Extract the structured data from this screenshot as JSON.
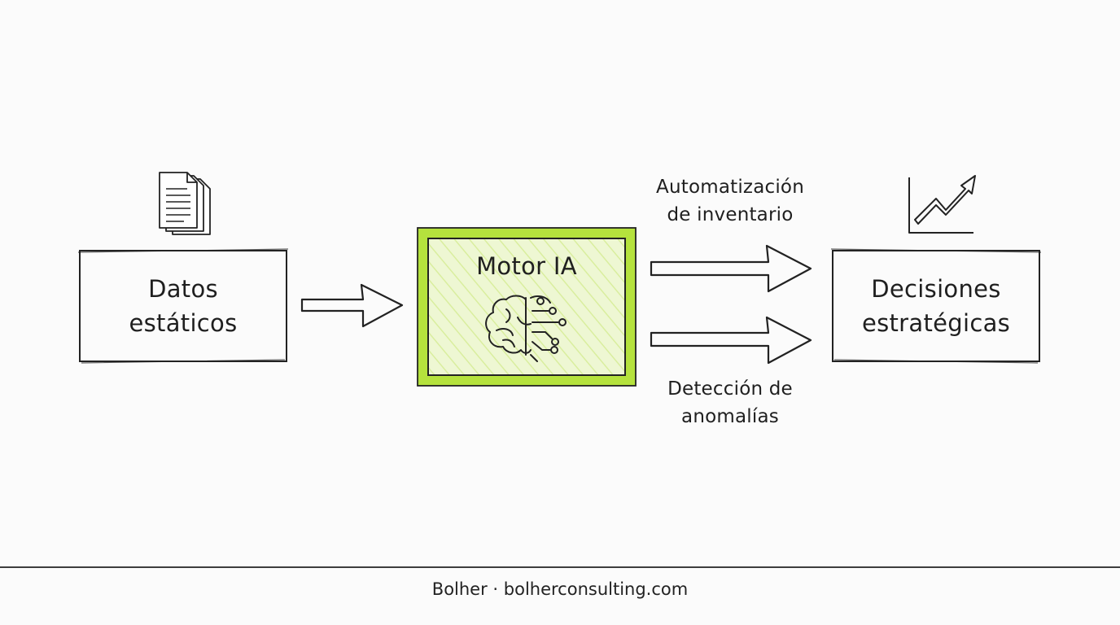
{
  "nodes": {
    "input": {
      "line1": "Datos",
      "line2": "estáticos",
      "icon": "documents-icon"
    },
    "engine": {
      "title": "Motor IA",
      "icon": "brain-circuit-icon",
      "accent_color": "#a6d832",
      "fill_color": "#eef7d3"
    },
    "output": {
      "line1": "Decisiones",
      "line2": "estratégicas",
      "icon": "growth-chart-icon"
    }
  },
  "edges": {
    "top_label": {
      "line1": "Automatización",
      "line2": "de inventario"
    },
    "bottom_label": {
      "line1": "Detección de",
      "line2": "anomalías"
    }
  },
  "footer": {
    "text": "Bolher · bolherconsulting.com"
  }
}
